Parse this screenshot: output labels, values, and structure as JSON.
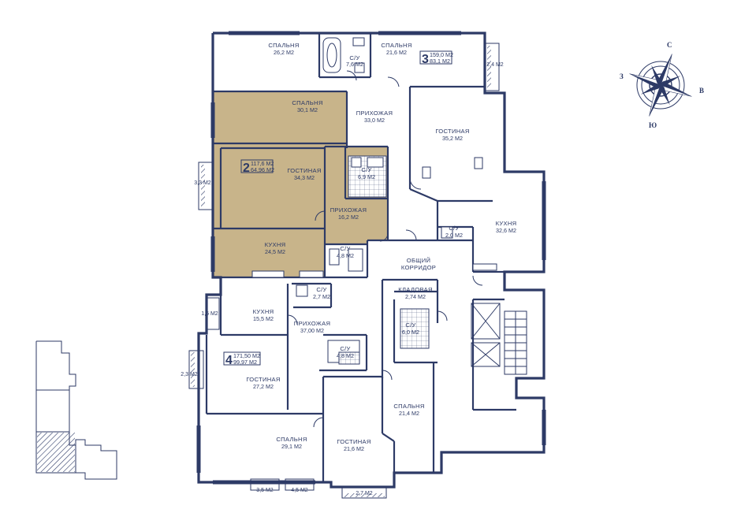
{
  "colors": {
    "line": "#2d3a66",
    "highlight": "#c8b48a",
    "background": "#ffffff"
  },
  "compass": {
    "north": "С",
    "east": "В",
    "south": "Ю",
    "west": "З"
  },
  "apartments": [
    {
      "number": "2",
      "total_area": "117,6 М2",
      "living_area": "64,96 М2"
    },
    {
      "number": "3",
      "total_area": "159,0 М2",
      "living_area": "83,1 М2"
    },
    {
      "number": "4",
      "total_area": "171,50 М2",
      "living_area": "99,97 М2"
    }
  ],
  "rooms": [
    {
      "name": "СПАЛЬНЯ",
      "area": "26,2 М2"
    },
    {
      "name": "С/У",
      "area": "7,6 М2"
    },
    {
      "name": "СПАЛЬНЯ",
      "area": "21,6 М2"
    },
    {
      "name": "СПАЛЬНЯ",
      "area": "30,1 М2"
    },
    {
      "name": "ПРИХОЖАЯ",
      "area": "33,0 М2"
    },
    {
      "name": "ГОСТИНАЯ",
      "area": "35,2 М2"
    },
    {
      "name": "ГОСТИНАЯ",
      "area": "34,3 М2"
    },
    {
      "name": "С/У",
      "area": "6,9 М2"
    },
    {
      "name": "ПРИХОЖАЯ",
      "area": "16,2 М2"
    },
    {
      "name": "КУХНЯ",
      "area": "32,6 М2"
    },
    {
      "name": "С/У",
      "area": "2,0 М2"
    },
    {
      "name": "КУХНЯ",
      "area": "24,5 М2"
    },
    {
      "name": "С/У",
      "area": "4,8 М2"
    },
    {
      "name": "ОБЩИЙ",
      "area": "КОРРИДОР"
    },
    {
      "name": "С/У",
      "area": "2,7 М2"
    },
    {
      "name": "КЛАДОВАЯ",
      "area": "2,74 М2"
    },
    {
      "name": "КУХНЯ",
      "area": "15,5 М2"
    },
    {
      "name": "ПРИХОЖАЯ",
      "area": "37,00 М2"
    },
    {
      "name": "С/У",
      "area": "6,0 М2"
    },
    {
      "name": "С/У",
      "area": "4,8 М2"
    },
    {
      "name": "ГОСТИНАЯ",
      "area": "27,2 М2"
    },
    {
      "name": "СПАЛЬНЯ",
      "area": "21,4 М2"
    },
    {
      "name": "СПАЛЬНЯ",
      "area": "29,1 М2"
    },
    {
      "name": "ГОСТИНАЯ",
      "area": "21,6 М2"
    }
  ],
  "balconies": [
    "2,4 М2",
    "3,3 М2",
    "1,5 М2",
    "2,3 М2",
    "3,5 М2",
    "4,5 М2",
    "2,7 М2"
  ]
}
